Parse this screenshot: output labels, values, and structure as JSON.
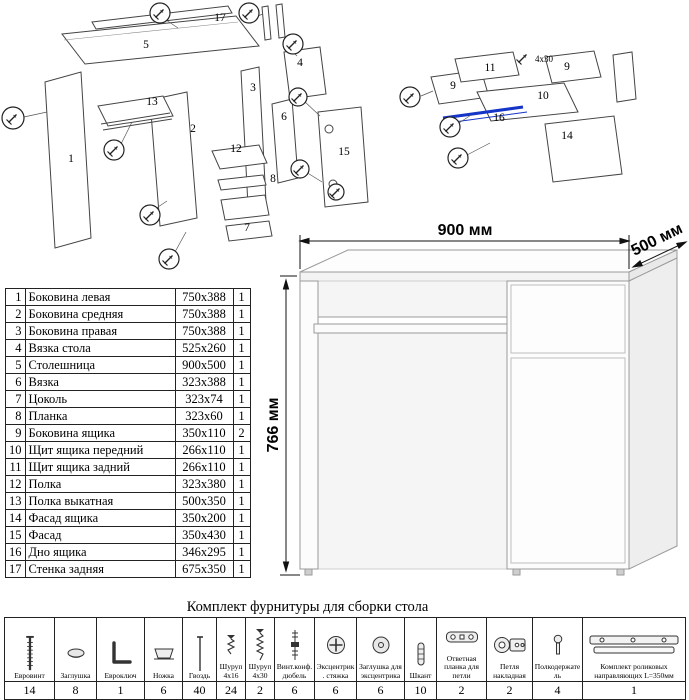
{
  "parts_table": {
    "rows": [
      {
        "n": "1",
        "name": "Боковина левая",
        "size": "750x388",
        "qty": "1"
      },
      {
        "n": "2",
        "name": "Боковина средняя",
        "size": "750x388",
        "qty": "1"
      },
      {
        "n": "3",
        "name": "Боковина правая",
        "size": "750x388",
        "qty": "1"
      },
      {
        "n": "4",
        "name": "Вязка стола",
        "size": "525x260",
        "qty": "1"
      },
      {
        "n": "5",
        "name": "Столешница",
        "size": "900x500",
        "qty": "1"
      },
      {
        "n": "6",
        "name": "Вязка",
        "size": "323x388",
        "qty": "1"
      },
      {
        "n": "7",
        "name": "Цоколь",
        "size": "323x74",
        "qty": "1"
      },
      {
        "n": "8",
        "name": "Планка",
        "size": "323x60",
        "qty": "1"
      },
      {
        "n": "9",
        "name": "Боковина ящика",
        "size": "350x110",
        "qty": "2"
      },
      {
        "n": "10",
        "name": "Щит ящика передний",
        "size": "266x110",
        "qty": "1"
      },
      {
        "n": "11",
        "name": "Щит ящика задний",
        "size": "266x110",
        "qty": "1"
      },
      {
        "n": "12",
        "name": "Полка",
        "size": "323x380",
        "qty": "1"
      },
      {
        "n": "13",
        "name": "Полка выкатная",
        "size": "500x350",
        "qty": "1"
      },
      {
        "n": "14",
        "name": "Фасад ящика",
        "size": "350x200",
        "qty": "1"
      },
      {
        "n": "15",
        "name": "Фасад",
        "size": "350x430",
        "qty": "1"
      },
      {
        "n": "16",
        "name": "Дно ящика",
        "size": "346x295",
        "qty": "1"
      },
      {
        "n": "17",
        "name": "Стенка задняя",
        "size": "675x350",
        "qty": "1"
      }
    ]
  },
  "dimensions": {
    "width": "900 мм",
    "depth": "500 мм",
    "height": "766 мм"
  },
  "main_diagram": {
    "labels": {
      "p1": "1",
      "p2": "2",
      "p3": "3",
      "p4": "4",
      "p5": "5",
      "p6": "6",
      "p7": "7",
      "p8": "8",
      "p12": "12",
      "p13": "13",
      "p15": "15",
      "p17": "17"
    }
  },
  "drawer_diagram": {
    "labels": {
      "p9a": "9",
      "p9b": "9",
      "p10": "10",
      "p11": "11",
      "p14": "14",
      "p16": "16"
    },
    "annotation": "4x30"
  },
  "hardware_table": {
    "title": "Комплект фурнитуры для сборки стола",
    "items": [
      {
        "name": "Евровинт",
        "qty": "14"
      },
      {
        "name": "Заглушка",
        "qty": "8"
      },
      {
        "name": "Евроключ",
        "qty": "1"
      },
      {
        "name": "Ножка",
        "qty": "6"
      },
      {
        "name": "Гвоздь",
        "qty": "40"
      },
      {
        "name": "Шуруп 4x16",
        "qty": "24"
      },
      {
        "name": "Шуруп 4x30",
        "qty": "2"
      },
      {
        "name": "Винт.конф. дюбель",
        "qty": "6"
      },
      {
        "name": "Эксцентрик. стяжка",
        "qty": "6"
      },
      {
        "name": "Заглушка для эксцентрика",
        "qty": "6"
      },
      {
        "name": "Шкант",
        "qty": "10"
      },
      {
        "name": "Ответная планка для петли",
        "qty": "2"
      },
      {
        "name": "Петля накладная",
        "qty": "2"
      },
      {
        "name": "Полкодержатель",
        "qty": "4"
      },
      {
        "name": "Комплект роликовых направляющих L=350мм",
        "qty": "1"
      }
    ]
  }
}
